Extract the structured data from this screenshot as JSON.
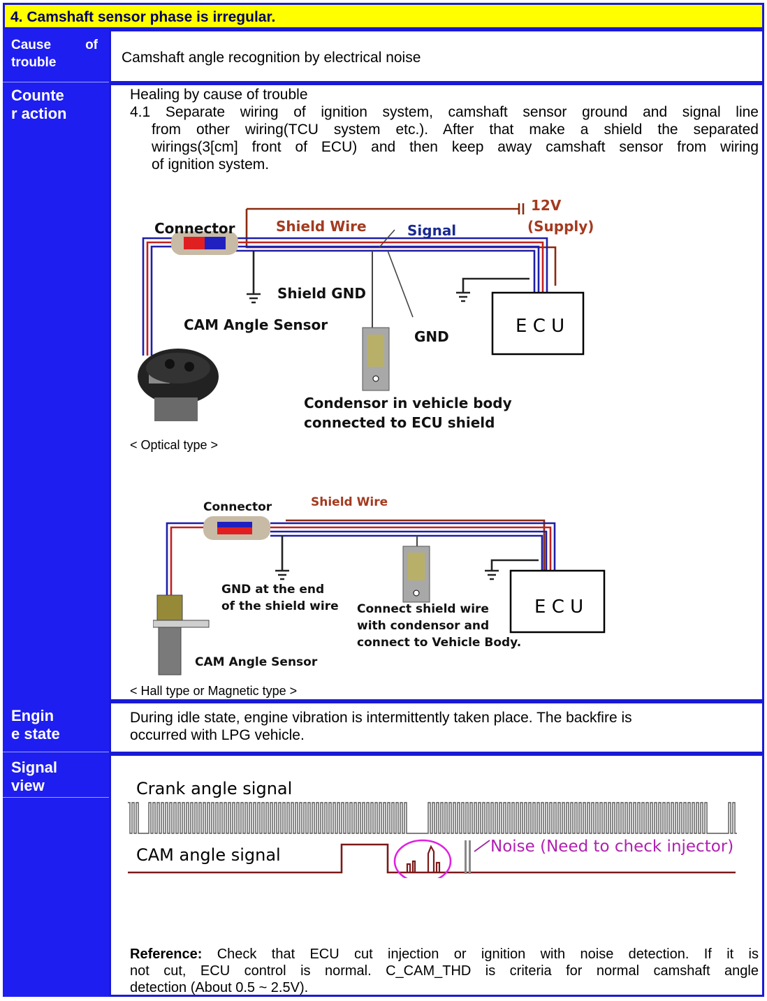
{
  "title": "4. Camshaft sensor phase is irregular.",
  "labels": {
    "cause": [
      "Cause",
      "of",
      "trouble"
    ],
    "counter": [
      "Counte",
      "r action"
    ],
    "engine": [
      "Engin",
      "e state"
    ],
    "signal": [
      "Signal",
      "view"
    ]
  },
  "cause_text": "Camshaft angle recognition by electrical noise",
  "counter": {
    "heading": "Healing by cause of trouble",
    "item_lines": [
      "4.1 Separate wiring of ignition system, camshaft sensor ground and signal line",
      "from other wiring(TCU system etc.). After that make a shield the separated",
      "wirings(3[cm] front of ECU) and then keep away camshaft sensor from wiring",
      "of ignition system."
    ],
    "diagram1": {
      "connector": "Connector",
      "shield_wire": "Shield Wire",
      "signal": "Signal",
      "supply": [
        "12V",
        "(Supply)"
      ],
      "shield_gnd": "Shield GND",
      "cam_sensor": "CAM Angle Sensor",
      "gnd": "GND",
      "ecu": "E C U",
      "condensor": [
        "Condensor in vehicle body",
        "connected to ECU shield"
      ]
    },
    "caption1": "< Optical type >",
    "diagram2": {
      "connector": "Connector",
      "shield_wire": "Shield Wire",
      "gnd_end": [
        "GND at the end",
        "of the shield wire"
      ],
      "connect": [
        "Connect shield wire",
        "with condensor and",
        "connect to Vehicle Body."
      ],
      "ecu": "E C U",
      "cam_sensor": "CAM Angle Sensor"
    },
    "caption2": "< Hall type or Magnetic type >"
  },
  "engine_lines": [
    "During idle state, engine vibration is intermittently taken place. The backfire is",
    "occurred with LPG vehicle."
  ],
  "signal": {
    "crank_label": "Crank angle signal",
    "cam_label": "CAM angle signal",
    "noise_label": "Noise (Need to check injector)"
  },
  "reference": {
    "bold": "Reference:",
    "line1": " Check that ECU cut injection or ignition with noise detection. If it is",
    "line2": "not cut, ECU control is normal. C_CAM_THD is criteria for normal camshaft angle",
    "line3": "detection (About 0.5 ~ 2.5V)."
  },
  "colors": {
    "title_bg": "#ffff00",
    "label_bg": "#1e1ef0",
    "border": "#1a1ad6",
    "wire_red": "#c42020",
    "wire_blue": "#1e1ea8",
    "shield_brown": "#8a2b0f",
    "noise_magenta": "#e020e0"
  }
}
